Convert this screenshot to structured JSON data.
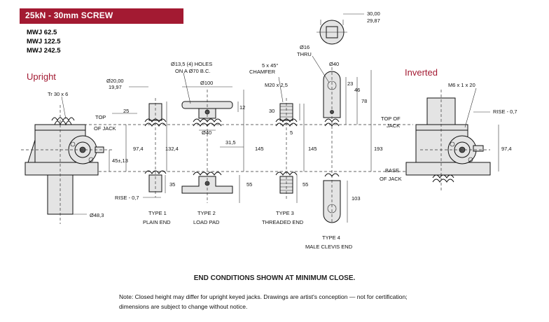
{
  "title": "25kN - 30mm SCREW",
  "models": [
    "MWJ 62.5",
    "MWJ 122.5",
    "MWJ 242.5"
  ],
  "views": {
    "upright": "Upright",
    "inverted": "Inverted"
  },
  "dimensions": {
    "tr": "Tr 30 x 6",
    "d20": "Ø20,00",
    "d1997": "19,97",
    "holes1": "Ø13,5 (4) HOLES",
    "holes2": "ON A Ø70 B.C.",
    "d100": "Ø100",
    "d40a": "Ø40",
    "m20": "M20 x 2,5",
    "chamfer1": "5 x 45°",
    "chamfer2": "CHAMFER",
    "d16": "Ø16",
    "thru": "THRU",
    "d40b": "Ø40",
    "w3000": "30,00",
    "w2987": "29,87",
    "m6": "M6 x 1 x 20",
    "d25": "25",
    "d12": "12",
    "d315": "31,5",
    "d5": "5",
    "d23": "23",
    "d46": "46",
    "d78": "78",
    "d30": "30",
    "d974a": "97,4",
    "d1324": "132,4",
    "d145a": "145",
    "d145b": "145",
    "d193": "193",
    "d974b": "97,4",
    "d45": "45±,13",
    "d35": "35",
    "d55a": "55",
    "d55b": "55",
    "d103": "103",
    "d483": "Ø48,3",
    "rise_l": "RISE - 0,7",
    "rise_r": "RISE - 0,7",
    "top1": "TOP",
    "top2": "OF JACK",
    "topr1": "TOP OF",
    "topr2": "JACK",
    "base1": "BASE",
    "base2": "OF JACK"
  },
  "end_types": [
    {
      "type": "TYPE 1",
      "name": "PLAIN END"
    },
    {
      "type": "TYPE 2",
      "name": "LOAD PAD"
    },
    {
      "type": "TYPE 3",
      "name": "THREADED END"
    },
    {
      "type": "TYPE 4",
      "name": "MALE CLEVIS END"
    }
  ],
  "footer": {
    "title": "END CONDITIONS SHOWN AT MINIMUM CLOSE.",
    "note_line1": "Note: Closed height may differ for upright keyed jacks. Drawings are artist's conception — not for certification;",
    "note_line2": "dimensions are subject to change without notice."
  },
  "colors": {
    "banner": "#a31a32",
    "heading": "#a31a32"
  }
}
